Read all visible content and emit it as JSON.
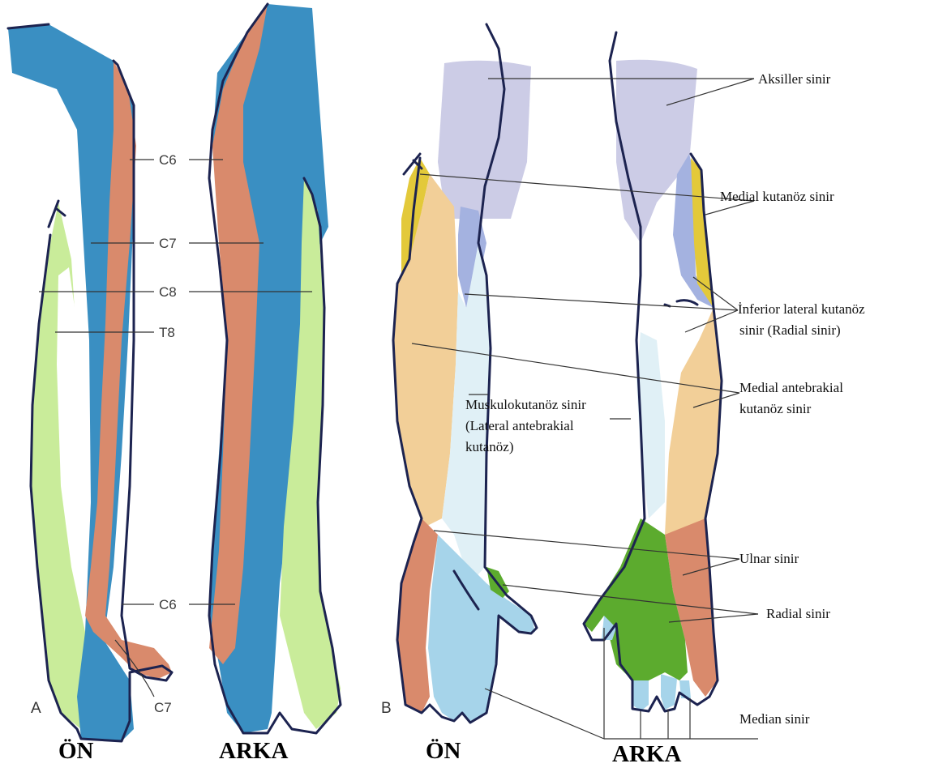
{
  "colors": {
    "c6": "#d98a6c",
    "c7": "#3a8fc2",
    "c8": "#c9ec9a",
    "t8": "#ffffff",
    "axillary": "#cccce6",
    "medial_cutaneous": "#e3c93a",
    "inferior_lateral_cutaneous": "#a4b2e0",
    "medial_antebrachial": "#f2cf98",
    "musculocutaneous": "#e0f0f6",
    "ulnar": "#d98a6c",
    "radial": "#5cab2e",
    "median": "#a6d4ea",
    "outline": "#1c2350"
  },
  "panel_a": {
    "letter": "A",
    "dermatomes": [
      "C6",
      "C7",
      "C8",
      "T8",
      "C6",
      "C7"
    ],
    "front_caption": "ÖN",
    "back_caption": "ARKA"
  },
  "panel_b": {
    "letter": "B",
    "nerves": [
      "Aksiller sinir",
      "Medial kutanöz sinir",
      "İnferior lateral kutanöz",
      "sinir (Radial sinir)",
      "Medial antebrakial",
      "kutanöz sinir",
      "Muskulokutanöz sinir",
      "(Lateral antebrakial",
      "kutanöz)",
      "Ulnar sinir",
      "Radial sinir",
      "Median sinir"
    ],
    "front_caption": "ÖN",
    "back_caption": "ARKA"
  }
}
